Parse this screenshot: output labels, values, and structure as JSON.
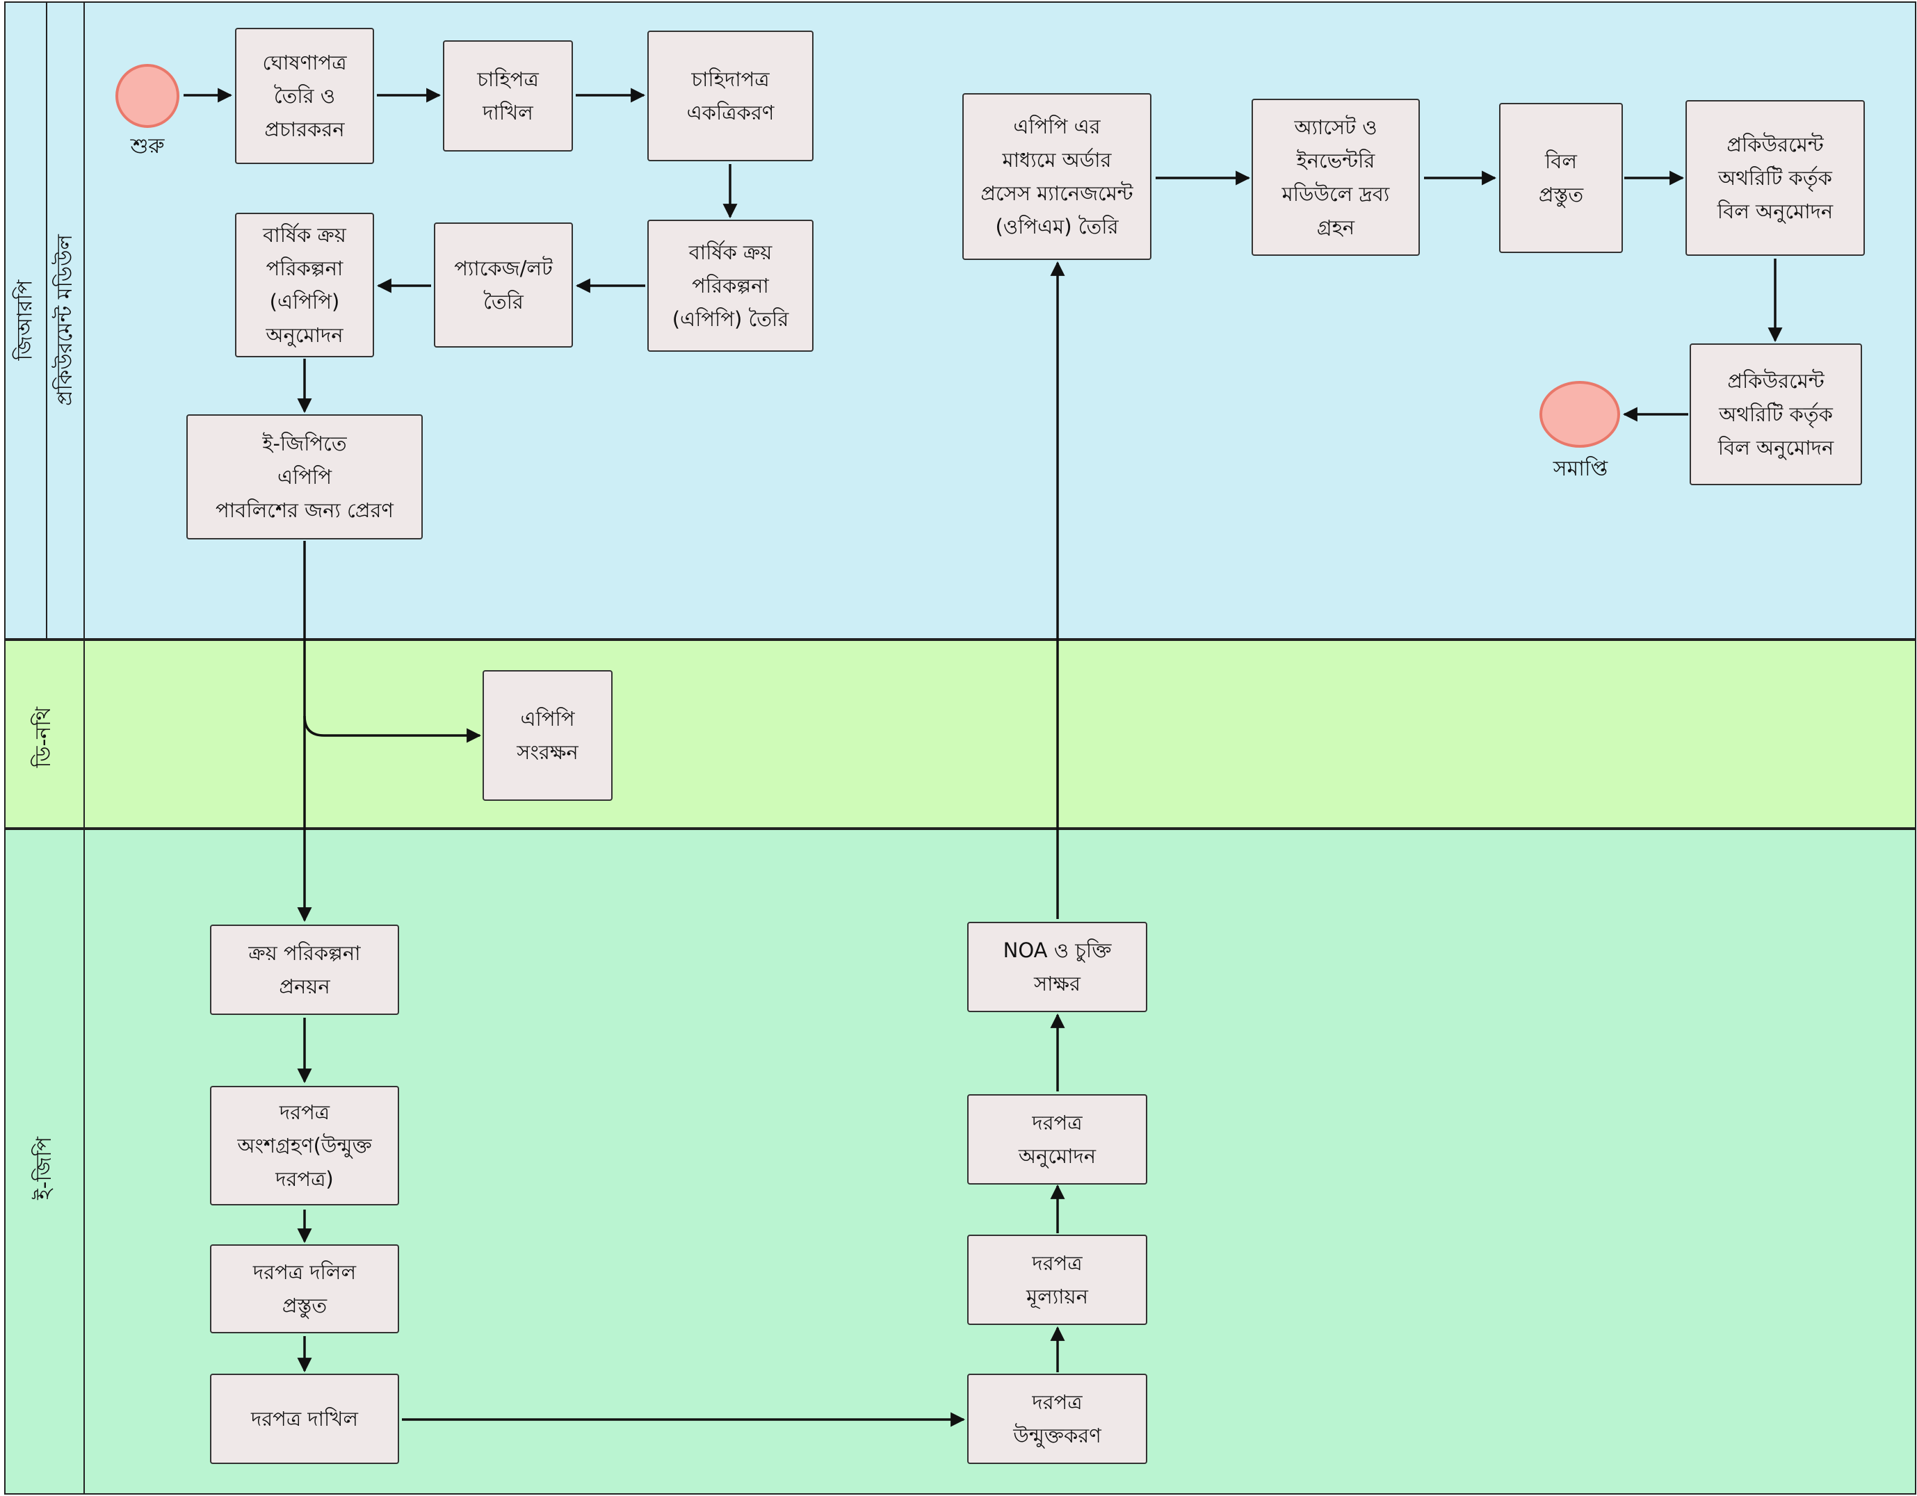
{
  "lanes": {
    "pool_label": "জিআরপি",
    "procurement": {
      "label": "প্রকিউরমেন্ট মডিউল",
      "color": "#cdeef6"
    },
    "dnothi": {
      "label": "ডি-নথি",
      "color": "#cffbb8"
    },
    "egp": {
      "label": "ই-জিপি",
      "color": "#baf4d1"
    }
  },
  "events": {
    "start": "শুরু",
    "end": "সমাপ্তি"
  },
  "tasks": {
    "announce": "ঘোষণাপত্র\nতৈরি ও\nপ্রচারকরন",
    "requisition_submit": "চাহিপত্র\nদাখিল",
    "requisition_consolidate": "চাহিদাপত্র\nএকত্রিকরণ",
    "app_create": "বার্ষিক ক্রয়\nপরিকল্পনা\n(এপিপি) তৈরি",
    "package_create": "প্যাকেজ/লট\nতৈরি",
    "app_approve": "বার্ষিক ক্রয়\nপরিকল্পনা\n(এপিপি)\nঅনুমোদন",
    "egp_send": "ই-জিপিতে\nএপিপি\nপাবলিশের জন্য প্রেরণ",
    "opm_create": "এপিপি এর\nমাধ্যমে অর্ডার\nপ্রসেস ম্যানেজমেন্ট\n(ওপিএম) তৈরি",
    "asset_receive": "অ্যাসেট ও\nইনভেন্টরি\nমডিউলে দ্রব্য\nগ্রহন",
    "bill_prepare": "বিল\nপ্রস্তুত",
    "bill_approve_1": "প্রকিউরমেন্ট\nঅথরিটি কর্তৃক\nবিল অনুমোদন",
    "bill_approve_2": "প্রকিউরমেন্ট\nঅথরিটি কর্তৃক\nবিল অনুমোদন",
    "app_preserve": "এপিপি\nসংরক্ষন",
    "plan_prepare": "ক্রয় পরিকল্পনা\nপ্রনয়ন",
    "tender_participate": "দরপত্র\nঅংশগ্রহণ(উন্মুক্ত\nদরপত্র)",
    "tender_doc": "দরপত্র দলিল\nপ্রস্তুত",
    "tender_submit": "দরপত্র দাখিল",
    "tender_open": "দরপত্র\nউন্মুক্তকরণ",
    "tender_evaluate": "দরপত্র\nমূল্যায়ন",
    "tender_approve": "দরপত্র\nঅনুমোদন",
    "noa_sign": "NOA ও চুক্তি\nসাক্ষর"
  }
}
